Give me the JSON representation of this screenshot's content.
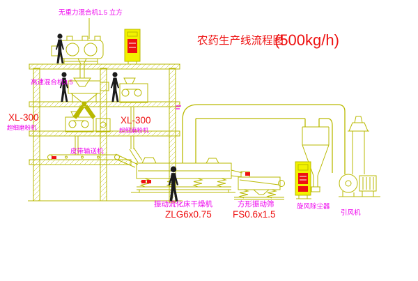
{
  "title": {
    "main": "农药生产线流程图",
    "capacity": "(500kg/h)"
  },
  "labels": {
    "top_mixer": "无重力混合机1.5 立方",
    "high_speed_mixer": "高速混合机3.5",
    "mill_left_model": "XL-300",
    "mill_left_name": "超细磨粉机",
    "mill_right_model": "XL-300",
    "mill_right_name": "超细磨粉机",
    "belt_conveyor": "皮带输送机",
    "dryer_name": "振动流化床干燥机",
    "dryer_model": "ZLG6x0.75",
    "screen_name": "方形振动筛",
    "screen_model": "FS0.6x1.5",
    "cyclone": "旋风除尘器",
    "fan": "引风机"
  },
  "colors": {
    "line": "#b9b900",
    "magenta": "#ee00ee",
    "red": "#ee1111",
    "panel": "#f2f200",
    "figure": "#1b1b1b",
    "background": "#ffffff",
    "screen_text": "#ffffff"
  }
}
